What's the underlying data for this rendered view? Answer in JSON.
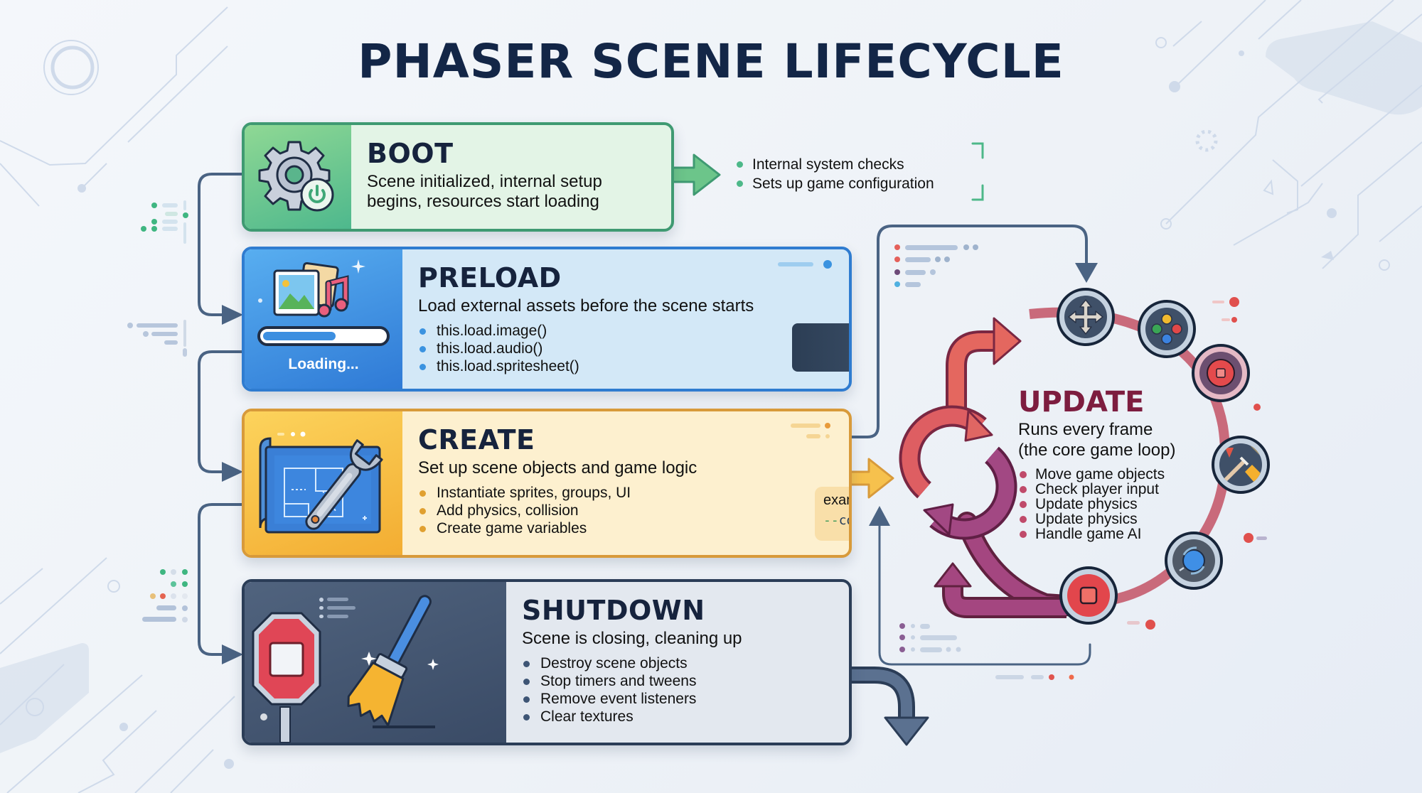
{
  "title": "PHASER SCENE LIFECYCLE",
  "colors": {
    "boot": "#3f9a72",
    "preload": "#2f7cd0",
    "create": "#d89a3a",
    "shutdown": "#2b3d57",
    "update": "#7d1d3f",
    "connector": "#4a6383"
  },
  "stages": {
    "boot": {
      "name": "BOOT",
      "description": "Scene initialized, internal setup begins, resources start loading",
      "icon": "gear-power-icon",
      "side_notes": [
        "Internal system checks",
        "Sets up game configuration"
      ]
    },
    "preload": {
      "name": "PRELOAD",
      "description": "Load external assets before the scene starts",
      "icon": "media-assets-icon",
      "loading_label": "Loading...",
      "loading_progress": 0.6,
      "items": [
        "this.load.image()",
        "this.load.audio()",
        "this.load.spritesheet()"
      ]
    },
    "create": {
      "name": "CREATE",
      "description": "Set up scene objects and game logic",
      "icon": "blueprint-wrench-icon",
      "items": [
        "Instantiate sprites, groups, UI",
        "Add physics, collision",
        "Create game variables"
      ],
      "code_example": {
        "line1": "examples: { }",
        "line2_prefix": "--",
        "line2": "code, concepts, }"
      }
    },
    "shutdown": {
      "name": "SHUTDOWN",
      "description": "Scene is closing, cleaning up",
      "icon": "stop-sign-broom-icon",
      "items": [
        "Destroy scene objects",
        "Stop timers and tweens",
        "Remove event listeners",
        "Clear textures"
      ]
    },
    "update": {
      "name": "UPDATE",
      "subtitle_line1": "Runs every frame",
      "subtitle_line2": "(the core game loop)",
      "items": [
        "Move game objects",
        "Check player input",
        "Update physics",
        "Update physics",
        "Handle game AI"
      ],
      "loop_icons": [
        "move-arrows-icon",
        "gamepad-buttons-icon",
        "record-button-icon",
        "physics-tools-icon",
        "orbit-refresh-icon",
        "stop-button-icon"
      ]
    }
  }
}
